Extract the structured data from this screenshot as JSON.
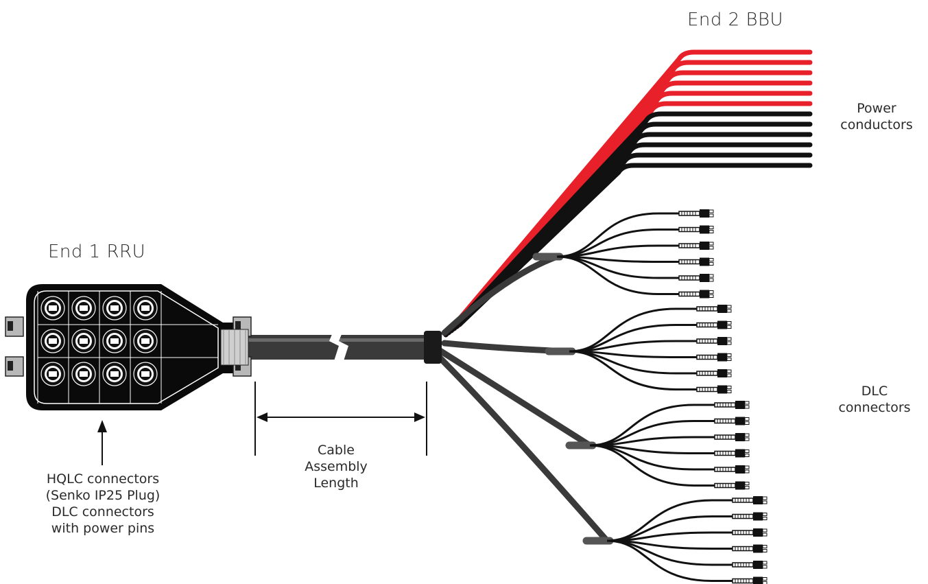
{
  "labels": {
    "end2": "End 2 BBU",
    "end1": "End 1 RRU",
    "power_line1": "Power",
    "power_line2": "conductors",
    "dlc_line1": "DLC",
    "dlc_line2": "connectors",
    "cable_line1": "Cable",
    "cable_line2": "Assembly",
    "cable_line3": "Length",
    "hqlc_line1": "HQLC connectors",
    "hqlc_line2": "(Senko IP25 Plug)",
    "hqlc_line3": "DLC connectors",
    "hqlc_line4": "with power pins"
  },
  "colors": {
    "power_red": "#e8202a",
    "conductor_black": "#111111",
    "cable_gray": "#3a3a3a",
    "housing_black": "#0a0a0a",
    "bracket_gray": "#b8b8b8"
  },
  "counts": {
    "red_conductors": 6,
    "black_conductors": 6,
    "dlc_groups": 4,
    "dlc_per_group": 6,
    "hqlc_ports": 12
  }
}
